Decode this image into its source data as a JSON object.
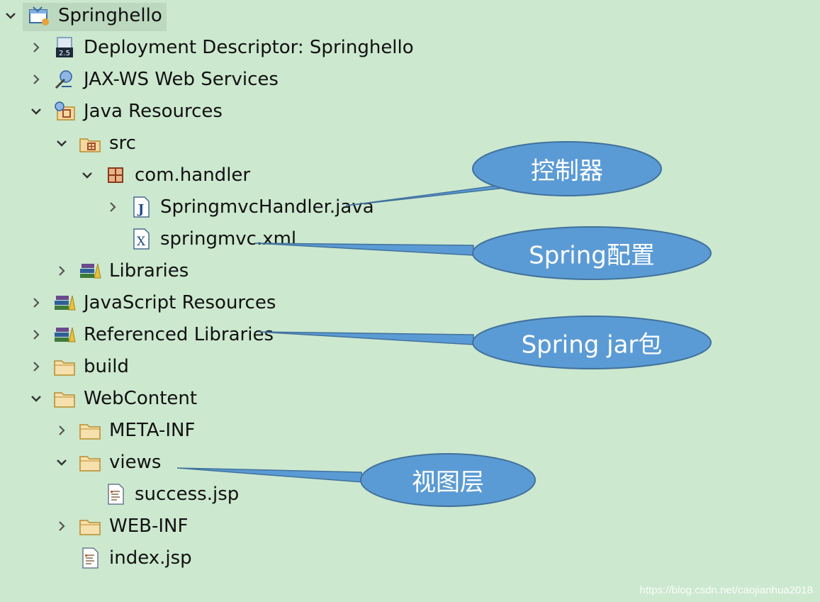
{
  "tree": [
    {
      "label": "Springhello",
      "icon": "project-icon",
      "expanded": true,
      "selected": true
    },
    {
      "label": "Deployment Descriptor: Springhello",
      "icon": "deployment-descriptor-icon",
      "expanded": false
    },
    {
      "label": "JAX-WS Web Services",
      "icon": "web-services-icon",
      "expanded": false
    },
    {
      "label": "Java Resources",
      "icon": "java-resources-icon",
      "expanded": true
    },
    {
      "label": "src",
      "icon": "source-folder-icon",
      "expanded": true
    },
    {
      "label": "com.handler",
      "icon": "package-icon",
      "expanded": true
    },
    {
      "label": "SpringmvcHandler.java",
      "icon": "java-file-icon",
      "expanded": false
    },
    {
      "label": "springmvc.xml",
      "icon": "xml-file-icon",
      "expanded": null
    },
    {
      "label": "Libraries",
      "icon": "library-icon",
      "expanded": false
    },
    {
      "label": "JavaScript Resources",
      "icon": "library-icon",
      "expanded": false
    },
    {
      "label": "Referenced Libraries",
      "icon": "library-icon",
      "expanded": false
    },
    {
      "label": "build",
      "icon": "folder-icon",
      "expanded": false
    },
    {
      "label": "WebContent",
      "icon": "folder-icon",
      "expanded": true
    },
    {
      "label": "META-INF",
      "icon": "folder-icon",
      "expanded": false
    },
    {
      "label": "views",
      "icon": "folder-icon",
      "expanded": true
    },
    {
      "label": "success.jsp",
      "icon": "jsp-file-icon",
      "expanded": null
    },
    {
      "label": "WEB-INF",
      "icon": "folder-icon",
      "expanded": false
    },
    {
      "label": "index.jsp",
      "icon": "jsp-file-icon",
      "expanded": null
    }
  ],
  "callouts": [
    {
      "text": "控制器"
    },
    {
      "text": "Spring配置"
    },
    {
      "text": "Spring jar包"
    },
    {
      "text": "视图层"
    }
  ],
  "watermark": "https://blog.csdn.net/caojianhua2018",
  "colors": {
    "background": "#cce8cf",
    "selection": "#bcd8bf",
    "bubble_fill": "#5b9bd5",
    "bubble_stroke": "#41719c",
    "bubble_text": "#ffffff"
  }
}
